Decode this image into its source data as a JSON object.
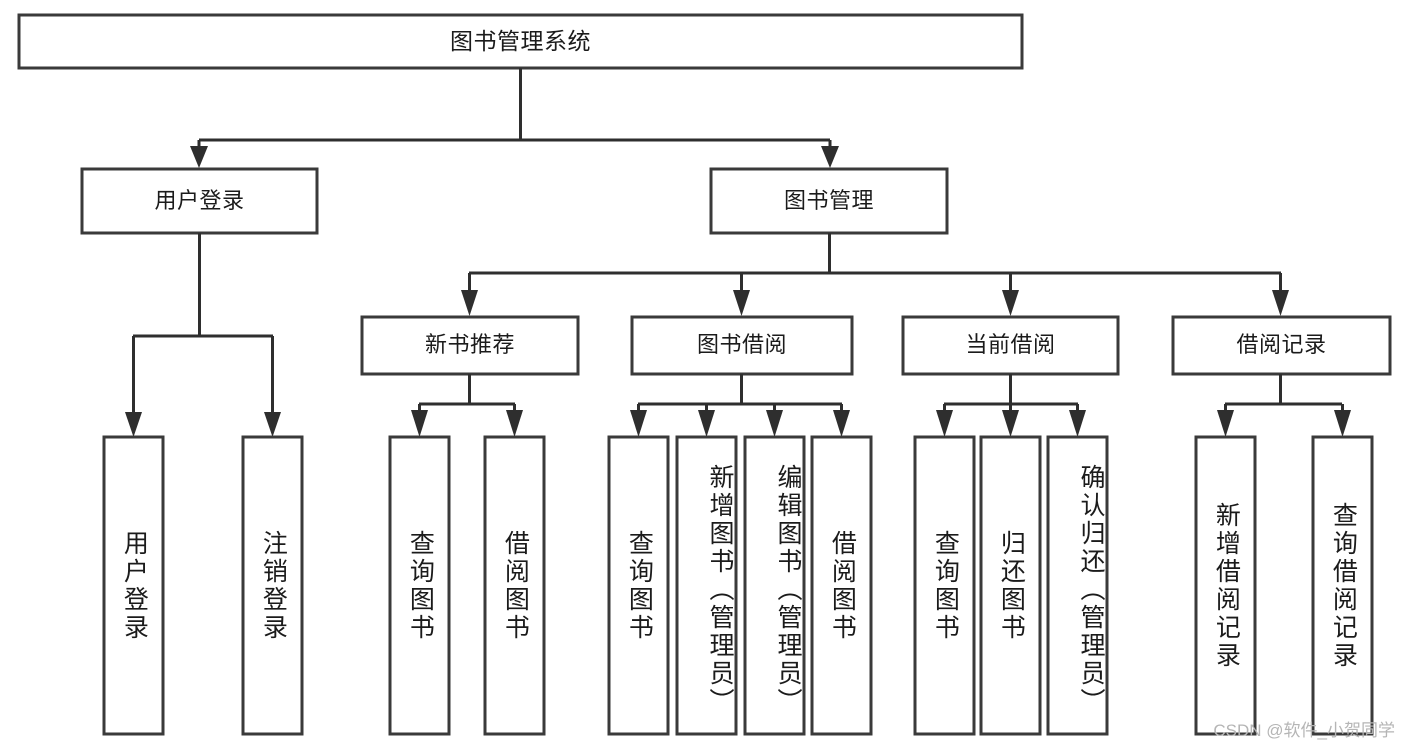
{
  "diagram": {
    "type": "tree",
    "title": "图书管理系统",
    "watermark": "CSDN @软件_小贺同学",
    "colors": {
      "box_stroke": "#3a3a3a",
      "edge": "#2e2e2e",
      "box_fill": "#ffffff",
      "text": "#1b1b1b",
      "watermark": "#b5b5b5"
    },
    "levels": {
      "root": {
        "label": "图书管理系统"
      },
      "level2": [
        {
          "label": "用户登录"
        },
        {
          "label": "图书管理"
        }
      ],
      "level3": [
        {
          "label": "新书推荐"
        },
        {
          "label": "图书借阅"
        },
        {
          "label": "当前借阅"
        },
        {
          "label": "借阅记录"
        }
      ],
      "leaves": {
        "user_login": [
          {
            "label": "用户登录"
          },
          {
            "label": "注销登录"
          }
        ],
        "new_book_recommend": [
          {
            "label": "查询图书"
          },
          {
            "label": "借阅图书"
          }
        ],
        "book_borrow": [
          {
            "label": "查询图书"
          },
          {
            "label": "新增图书（管理员）"
          },
          {
            "label": "编辑图书（管理员）"
          },
          {
            "label": "借阅图书"
          }
        ],
        "current_borrow": [
          {
            "label": "查询图书"
          },
          {
            "label": "归还图书"
          },
          {
            "label": "确认归还（管理员）"
          }
        ],
        "borrow_record": [
          {
            "label": "新增借阅记录"
          },
          {
            "label": "查询借阅记录"
          }
        ]
      }
    }
  }
}
